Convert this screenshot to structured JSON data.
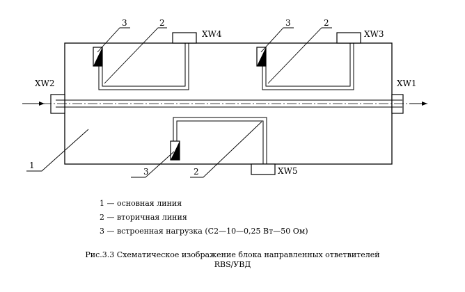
{
  "diagram": {
    "connectors": {
      "xw1": "XW1",
      "xw2": "XW2",
      "xw3": "XW3",
      "xw4": "XW4",
      "xw5": "XW5"
    },
    "callouts": {
      "main_line": "1",
      "secondary_line_left": "2",
      "secondary_line_right": "2",
      "secondary_line_bottom": "2",
      "load_left": "3",
      "load_right": "3",
      "load_bottom": "3"
    }
  },
  "legend": [
    {
      "text": "1 — основная линия"
    },
    {
      "text": "2 — вторичная линия"
    },
    {
      "text": "3 — встроенная нагрузка (С2—10—0,25 Вт—50 Ом)"
    }
  ],
  "caption": {
    "line1": "Рис.3.3 Схематическое изображение  блока направленных ответвителей",
    "line2": "RBS/УВД"
  }
}
